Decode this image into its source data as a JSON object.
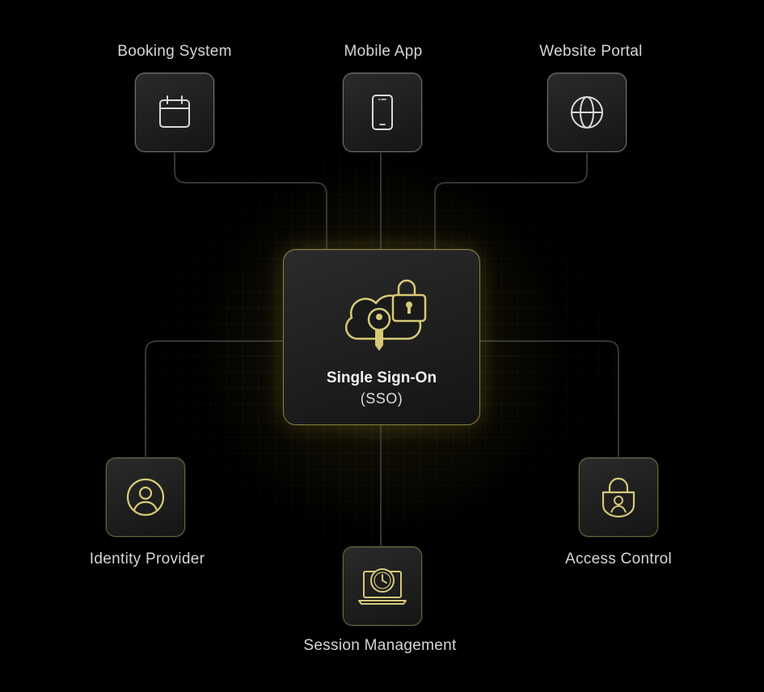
{
  "diagram": {
    "center": {
      "title": "Single Sign-On",
      "subtitle": "(SSO)",
      "icon": "cloud-key-lock-icon"
    },
    "nodes": [
      {
        "id": "booking",
        "label": "Booking System",
        "icon": "calendar-icon"
      },
      {
        "id": "mobile",
        "label": "Mobile App",
        "icon": "smartphone-icon"
      },
      {
        "id": "website",
        "label": "Website Portal",
        "icon": "globe-icon"
      },
      {
        "id": "identity",
        "label": "Identity Provider",
        "icon": "user-circle-icon"
      },
      {
        "id": "session",
        "label": "Session Management",
        "icon": "laptop-clock-icon"
      },
      {
        "id": "access",
        "label": "Access Control",
        "icon": "lock-user-icon"
      }
    ],
    "colors": {
      "background": "#000000",
      "accent_gold": "#d6c976",
      "icon_white": "#d9d9d9",
      "line": "#3a3a3a"
    }
  }
}
